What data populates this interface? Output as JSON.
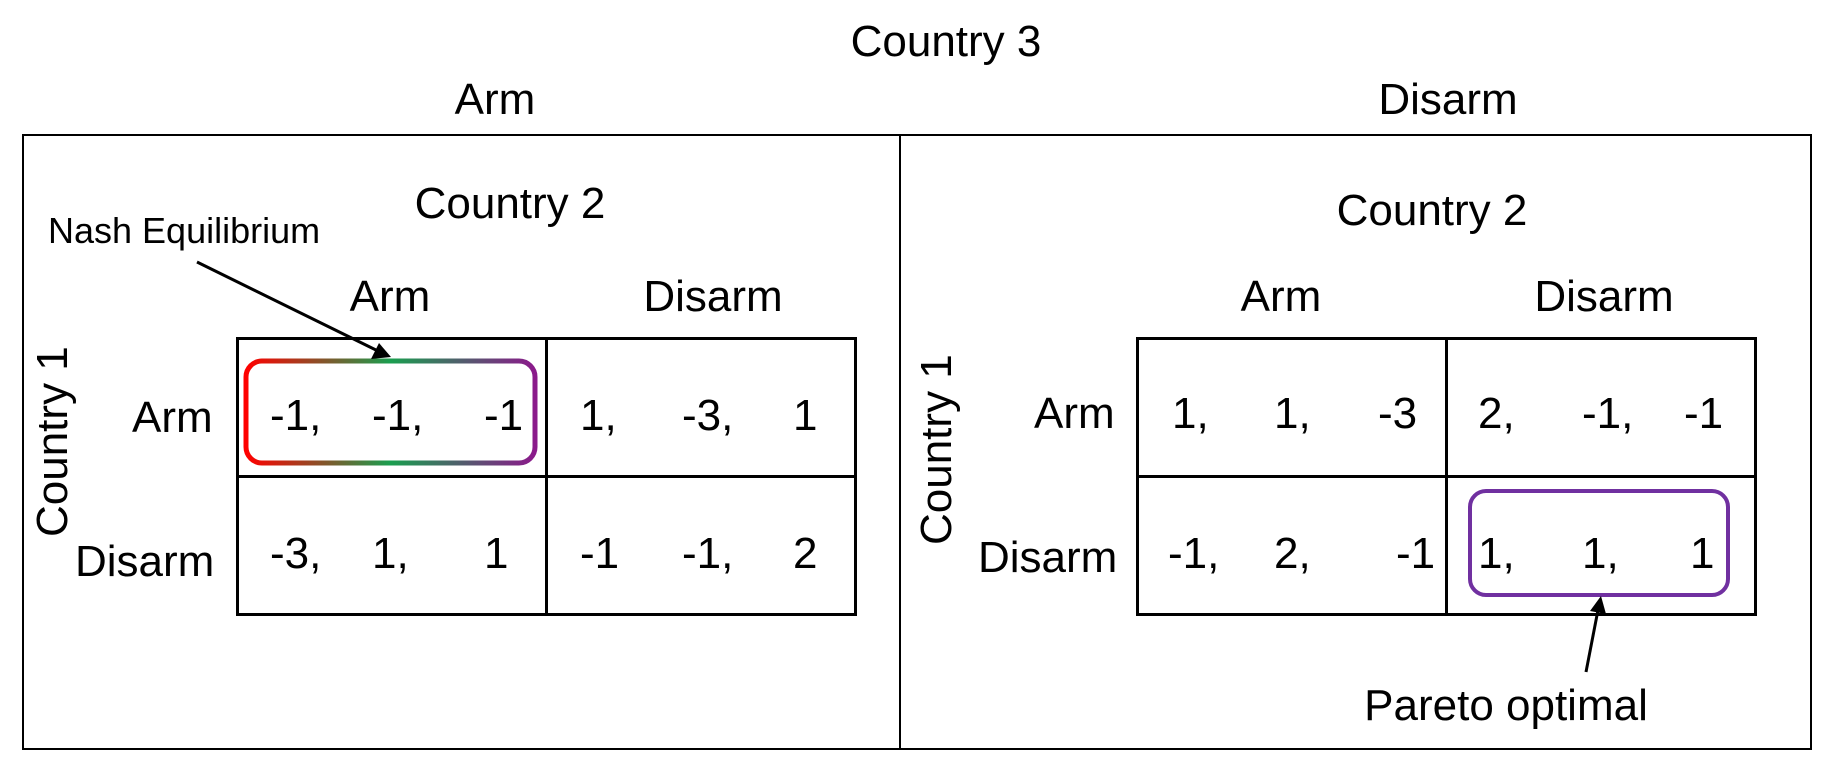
{
  "country3": "Country 3",
  "country3_arm": "Arm",
  "country3_disarm": "Disarm",
  "left": {
    "country2": "Country 2",
    "country1": "Country 1",
    "col_arm": "Arm",
    "col_disarm": "Disarm",
    "row_arm": "Arm",
    "row_disarm": "Disarm",
    "cells": [
      [
        [
          "-1,",
          "-1,",
          "-1"
        ],
        [
          "1,",
          "-3,",
          "1"
        ]
      ],
      [
        [
          "-3,",
          "1,",
          "1"
        ],
        [
          "-1",
          "-1,",
          "2"
        ]
      ]
    ],
    "annotation": "Nash Equilibrium"
  },
  "right": {
    "country2": "Country 2",
    "country1": "Country 1",
    "col_arm": "Arm",
    "col_disarm": "Disarm",
    "row_arm": "Arm",
    "row_disarm": "Disarm",
    "cells": [
      [
        [
          "1,",
          "1,",
          "-3"
        ],
        [
          "2,",
          "-1,",
          "-1"
        ]
      ],
      [
        [
          "-1,",
          "2,",
          "-1"
        ],
        [
          "1,",
          "1,",
          "1"
        ]
      ]
    ],
    "annotation": "Pareto optimal"
  },
  "colors": {
    "nash_gradient": [
      "#ff0000",
      "#1a9e4f",
      "#8b1a8b"
    ],
    "pareto_box": "#7030a0"
  }
}
